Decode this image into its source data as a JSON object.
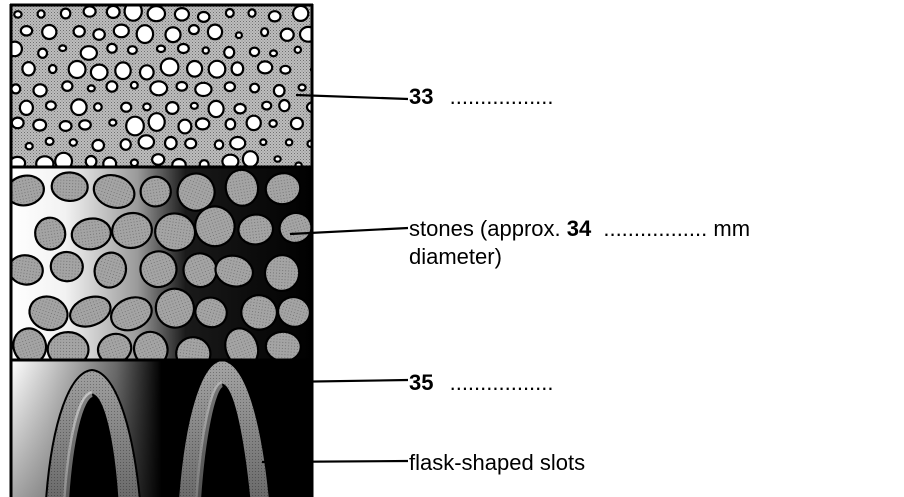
{
  "labels": {
    "q33": {
      "number": "33",
      "blank": "................."
    },
    "stones": {
      "prefix": "stones (approx. ",
      "number": "34",
      "blank": " .................",
      "suffix": " mm",
      "line2": "diameter)"
    },
    "q35": {
      "number": "35",
      "blank": " ................."
    },
    "slots": {
      "text": "flask-shaped slots"
    }
  },
  "colors": {
    "ink": "#000000",
    "fill_grey": "#a8a8a8",
    "pebble": "#ffffff",
    "background": "#ffffff"
  }
}
